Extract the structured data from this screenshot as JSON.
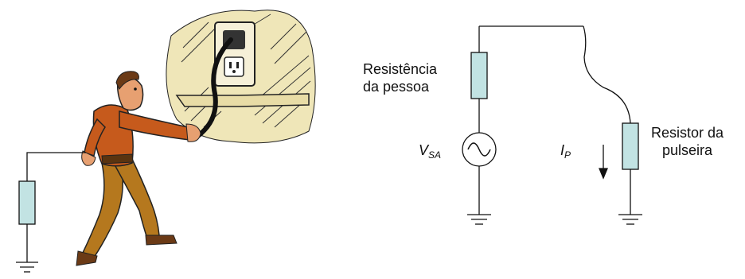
{
  "labels": {
    "person_resistance_line1": "Resistência",
    "person_resistance_line2": "da pessoa",
    "wrist_resistor_line1": "Resistor da",
    "wrist_resistor_line2": "pulseira",
    "source_symbol": "V",
    "source_subscript": "SA",
    "current_symbol": "I",
    "current_subscript": "P"
  },
  "colors": {
    "resistor_fill": "#c2e3e3",
    "wire": "#111111",
    "wall_bg": "#efe6b8",
    "shirt": "#c65a1c",
    "pants": "#b5781e",
    "skin": "#e7a071"
  },
  "icons": {
    "person": "person-pulling-plug-icon",
    "outlet": "wall-outlet-icon",
    "ground": "ground-icon",
    "ac_source": "ac-source-icon"
  }
}
